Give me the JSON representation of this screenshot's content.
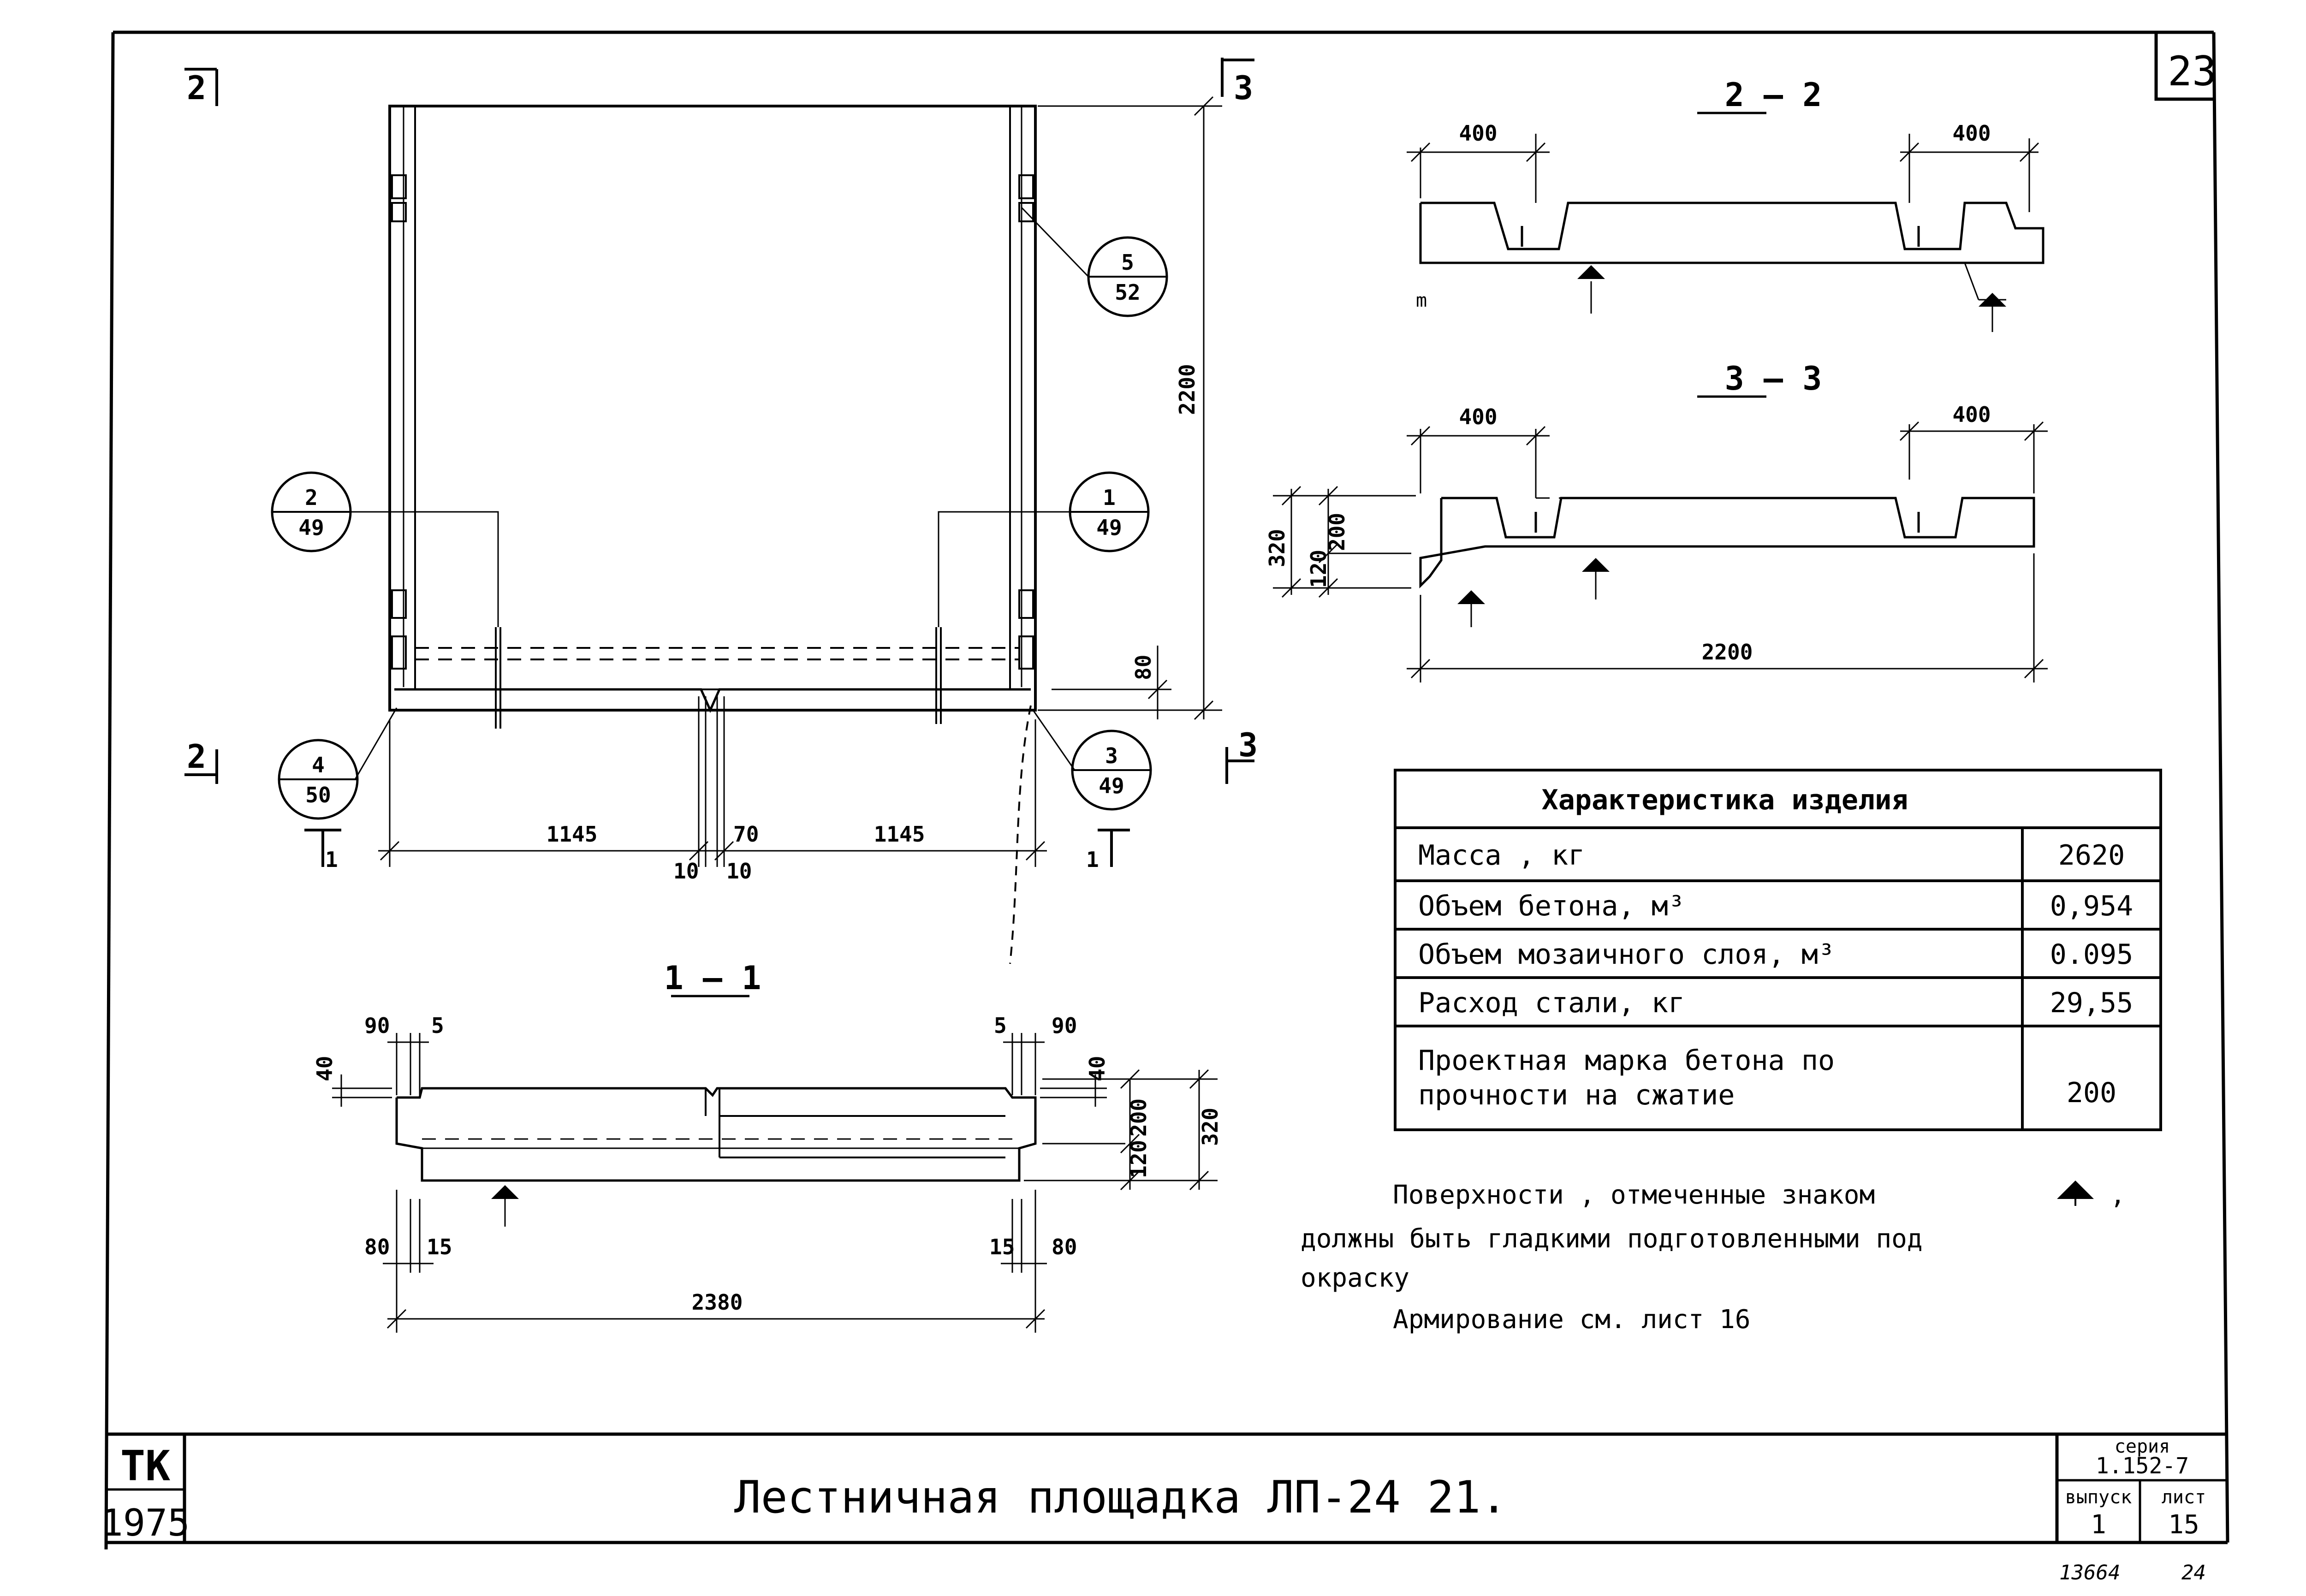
{
  "page_number": "23",
  "inventory": {
    "number": "13664",
    "sheet": "24"
  },
  "plan": {
    "cuts": [
      "2",
      "2",
      "3",
      "3",
      "1",
      "1"
    ],
    "callouts": [
      {
        "top": "5",
        "bottom": "52"
      },
      {
        "top": "2",
        "bottom": "49"
      },
      {
        "top": "1",
        "bottom": "49"
      },
      {
        "top": "4",
        "bottom": "50"
      },
      {
        "top": "3",
        "bottom": "49"
      }
    ],
    "dims": {
      "length": "2200",
      "rib": "80",
      "left": "1145",
      "right": "1145",
      "gap": "70",
      "small_left": "10",
      "small_right": "10"
    }
  },
  "section_22": {
    "title": "2 — 2",
    "dim_left": "400",
    "dim_right": "400",
    "side_mark": "m"
  },
  "section_33": {
    "title": "3 – 3",
    "dim_left": "400",
    "dim_right": "400",
    "h_total": "320",
    "h_top": "200",
    "h_bottom": "120",
    "length": "2200"
  },
  "section_11": {
    "title": "1 — 1",
    "d90l": "90",
    "d5l": "5",
    "d5r": "5",
    "d90r": "90",
    "d40l": "40",
    "d40r": "40",
    "h200": "200",
    "h120": "120",
    "h320": "320",
    "d80l": "80",
    "d15l": "15",
    "d15r": "15",
    "d80r": "80",
    "length": "2380"
  },
  "table": {
    "header": "Характеристика изделия",
    "rows": [
      {
        "label": "Масса , кг",
        "value": "2620"
      },
      {
        "label": "Объем бетона, м³",
        "value": "0,954"
      },
      {
        "label": "Объем мозаичного слоя, м³",
        "value": "0.095"
      },
      {
        "label": "Расход стали, кг",
        "value": "29,55"
      },
      {
        "label_line1": "Проектная марка бетона по",
        "label_line2": "прочности на сжатие",
        "value": "200"
      }
    ]
  },
  "notes": {
    "line1": "Поверхности , отмеченные знаком",
    "line1_end": ",",
    "line2": "должны быть гладкими подготовленными под",
    "line3": "окраску",
    "line4": "Армирование см. лист 16"
  },
  "title_block": {
    "org": "ТК",
    "year": "1975",
    "title": "Лестничная площадка ЛП-24 21.",
    "series_label": "серия",
    "series": "1.152-7",
    "issue_label": "выпуск",
    "issue": "1",
    "sheet_label": "лист",
    "sheet": "15"
  }
}
